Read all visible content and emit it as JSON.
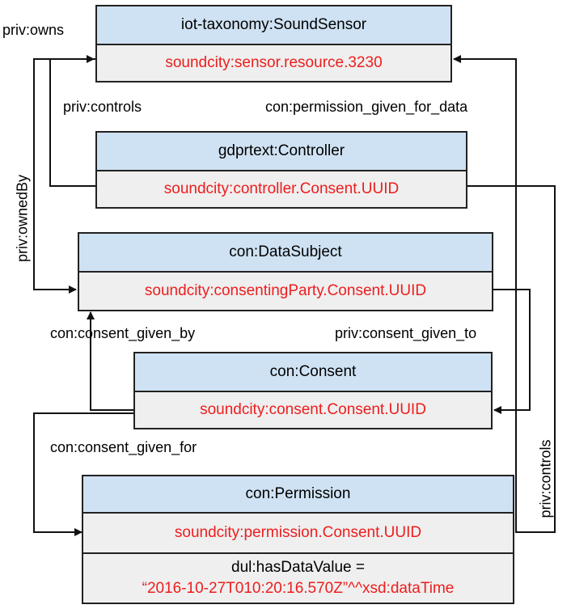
{
  "nodes": {
    "sound_sensor": {
      "class": "iot-taxonomy:SoundSensor",
      "instance": "soundcity:sensor.resource.3230"
    },
    "controller": {
      "class": "gdprtext:Controller",
      "instance": "soundcity:controller.Consent.UUID"
    },
    "data_subject": {
      "class": "con:DataSubject",
      "instance": "soundcity:consentingParty.Consent.UUID"
    },
    "consent": {
      "class": "con:Consent",
      "instance": "soundcity:consent.Consent.UUID"
    },
    "permission": {
      "class": "con:Permission",
      "instance": "soundcity:permission.Consent.UUID",
      "value_label": "dul:hasDataValue =",
      "value": "“2016-10-27T010:20:16.570Z”^^xsd:dataTime"
    }
  },
  "edges": {
    "owns": "priv:owns",
    "controls_sensor": "priv:controls",
    "permission_given_for_data": "con:permission_given_for_data",
    "owned_by": "priv:ownedBy",
    "consent_given_by": "con:consent_given_by",
    "consent_given_to": "priv:consent_given_to",
    "consent_given_for": "con:consent_given_for",
    "controls_permission": "priv:controls"
  },
  "colors": {
    "header": "#cfe2f3",
    "instance_bg": "#efefef",
    "instance_text": "#ee1d1d",
    "border": "#222222"
  }
}
